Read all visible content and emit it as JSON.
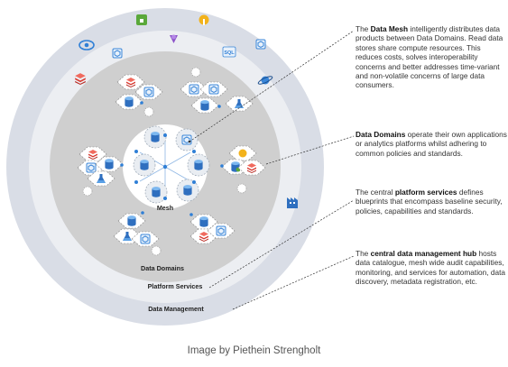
{
  "labels": {
    "mesh": "Mesh",
    "data_domains": "Data Domains",
    "platform_services": "Platform Services",
    "data_management": "Data Management",
    "sql": "SQL"
  },
  "captions": [
    {
      "pre": "The ",
      "bold": "Data Mesh",
      "post": " intelligently distributes data products between Data Domains. Read data stores share compute resources. This reduces costs, solves interoperability concerns and better addresses time-variant and non-volatile concerns of large data consumers."
    },
    {
      "pre": "",
      "bold": "Data Domains",
      "post": " operate their own applications or analytics platforms whilst adhering to common policies and standards."
    },
    {
      "pre": "The central ",
      "bold": "platform services",
      "post": " defines blueprints that encompass baseline security, policies, capabilities and standards."
    },
    {
      "pre": "The ",
      "bold": "central data management hub",
      "post": " hosts data catalogue, mesh wide audit capabilities, monitoring, and services for automation, data discovery, metadata registration, etc."
    }
  ],
  "credit": "Image by Piethein Strengholt",
  "colors": {
    "outer_ring": "#d9dde6",
    "middle_ring": "#eceef2",
    "inner_disc": "#cfcfcf",
    "mesh_disc": "#ffffff",
    "accent_blue": "#2f7fd6",
    "db_blue": "#3a86d8",
    "red_stack": "#e2463c",
    "purple": "#8c53c9",
    "green": "#5aa83a",
    "yellow": "#f2b21b"
  },
  "icons": {
    "data_management": [
      "shield-lock-icon",
      "key-vault-icon",
      "eye-monitor-icon",
      "purview-icon",
      "sql-icon",
      "settings-cube-icon",
      "planet-icon",
      "red-layers-icon",
      "cube-icon"
    ],
    "platform_services": [
      "factory-icon"
    ],
    "domain_nodes": [
      "database-icon",
      "red-layers-icon",
      "cube-icon",
      "flask-icon",
      "gear-icon"
    ]
  }
}
